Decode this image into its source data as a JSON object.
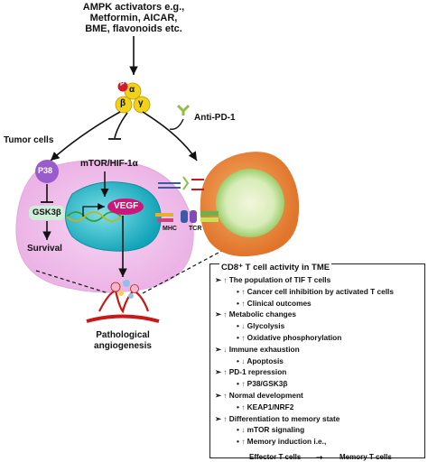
{
  "activators": {
    "line1": "AMPK activators e.g.,",
    "line2": "Metformin, AICAR,",
    "line3": "BME, flavonoids etc."
  },
  "ampk_subunits": {
    "p": "P",
    "alpha": "α",
    "beta": "β",
    "gamma": "γ"
  },
  "labels": {
    "anti_pd1": "Anti-PD-1",
    "tumor_cells": "Tumor cells",
    "mtor": "mTOR/HIF-1α",
    "p38": "P38",
    "gsk3b": "GSK3β",
    "vegf": "VEGF",
    "survival": "Survival",
    "mhc": "MHC",
    "tcr": "TCR",
    "angio1": "Pathological",
    "angio2": "angiogenesis"
  },
  "panel": {
    "title": "CD8⁺ T cell activity in TME",
    "rows": [
      {
        "bullet": "➢",
        "arrow": "↑",
        "dir": "up",
        "text": "The population of TIF T cells"
      },
      {
        "bullet": "•",
        "arrow": "↑",
        "dir": "up",
        "text": "Cancer cell inhibition by activated T cells"
      },
      {
        "bullet": "•",
        "arrow": "↑",
        "dir": "up",
        "text": "Clinical outcomes"
      },
      {
        "bullet": "➢",
        "arrow": "↑",
        "dir": "up",
        "text": "Metabolic changes"
      },
      {
        "bullet": "•",
        "arrow": "↓",
        "dir": "dn",
        "text": "Glycolysis"
      },
      {
        "bullet": "•",
        "arrow": "↑",
        "dir": "up",
        "text": "Oxidative phosphorylation"
      },
      {
        "bullet": "➢",
        "arrow": "↓",
        "dir": "dn",
        "text": "Immune exhaustion"
      },
      {
        "bullet": "•",
        "arrow": "↓",
        "dir": "dn",
        "text": "Apoptosis"
      },
      {
        "bullet": "➢",
        "arrow": "↑",
        "dir": "up",
        "text": "PD-1 repression"
      },
      {
        "bullet": "•",
        "arrow": "↑",
        "dir": "up",
        "text": "P38/GSK3β"
      },
      {
        "bullet": "➢",
        "arrow": "↑",
        "dir": "up",
        "text": "Normal development"
      },
      {
        "bullet": "•",
        "arrow": "↑",
        "dir": "up",
        "text": "KEAP1/NRF2"
      },
      {
        "bullet": "➢",
        "arrow": "↑",
        "dir": "up",
        "text": "Differentiation to memory state"
      },
      {
        "bullet": "•",
        "arrow": "↓",
        "dir": "dn",
        "text": "mTOR signaling"
      },
      {
        "bullet": "•",
        "arrow": "↑",
        "dir": "up",
        "text": "Memory induction i.e.,"
      }
    ],
    "effector_label": "Effector T cells",
    "arrow_glyph": "➞",
    "memory_label": "Memory T cells"
  },
  "colors": {
    "tumor": "#f2c2ee",
    "nucleus": "#1bb6c8",
    "tcell": "#e8843a",
    "tcell_core": "#c8e2a8",
    "p38": "#9a5ccc",
    "gsk3b": "#cdeed8",
    "vegf": "#d0157a",
    "ampk": "#f0d21a",
    "ampk_p": "#d11a2a",
    "antibody": "#8fbf48",
    "up_arrow": "#cc1111",
    "down_arrow": "#1f8a2a"
  }
}
